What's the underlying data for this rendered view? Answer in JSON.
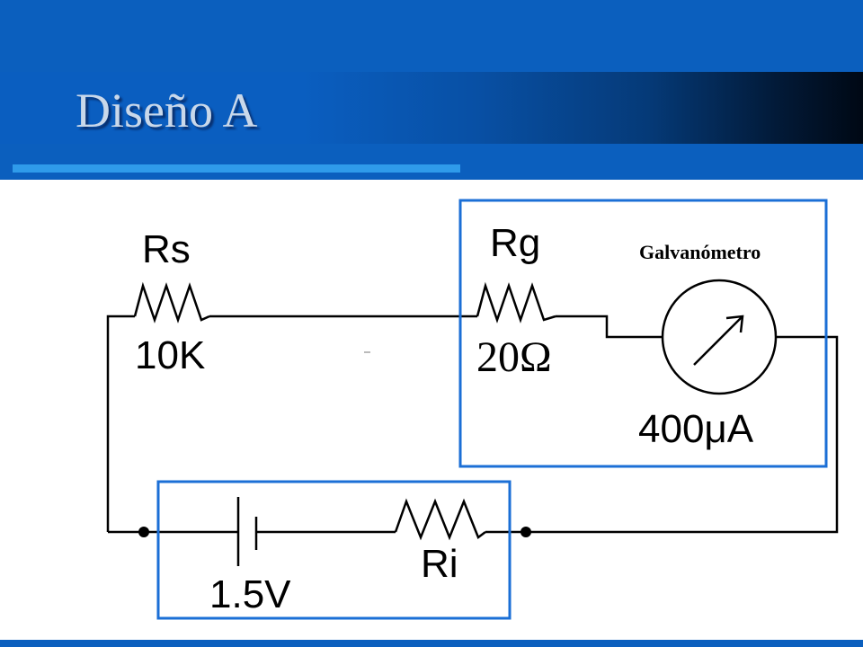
{
  "slide": {
    "title": "Diseño A"
  },
  "circuit": {
    "rs_name": "Rs",
    "rs_value": "10K",
    "rg_name": "Rg",
    "rg_value": "20Ω",
    "galvanometer_label": "Galvanómetro",
    "galvanometer_rating": "400μA",
    "battery_value": "1.5V",
    "ri_name": "Ri"
  },
  "colors": {
    "header_blue": "#0b5fbe",
    "accent_stripe": "#2f9bea",
    "highlight_box": "#1b6fd6",
    "wire": "#000000"
  }
}
